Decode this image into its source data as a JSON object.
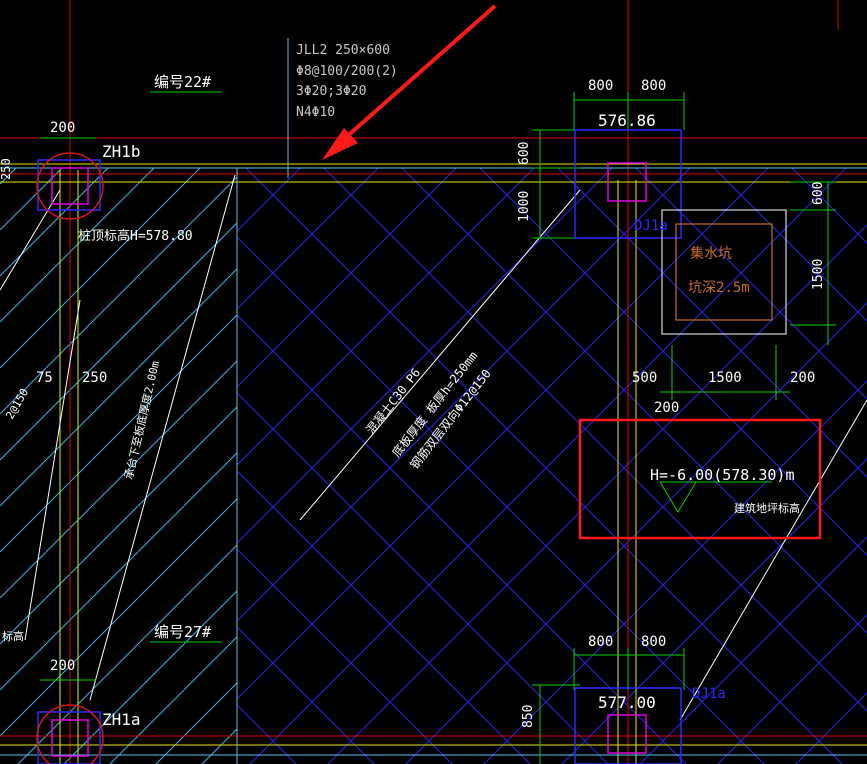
{
  "labels": {
    "beam_note": [
      "JLL2  250×600",
      "Φ8@100/200(2)",
      "3Φ20;3Φ20",
      "N4Φ10"
    ],
    "pile_no_22": "编号22#",
    "pile_no_27": "编号27#",
    "zh1b": "ZH1b",
    "zh1a": "ZH1a",
    "pile_top_elev": "桩顶标高H=578.80",
    "dim_200_top": "200",
    "dim_200_bottom": "200",
    "dim_75": "75",
    "dim_250": "250",
    "dim_800_a": "800",
    "dim_800_b": "800",
    "dim_800_c": "800",
    "dim_800_d": "800",
    "elev_57686": "576.86",
    "elev_57700": "577.00",
    "dim_600_left": "600",
    "dim_1000": "1000",
    "dj1a_top": "DJ1a",
    "dj1a_bottom": "DJ1a",
    "sump_title": "集水坑",
    "sump_depth": "坑深2.5m",
    "dim_600_right": "600",
    "dim_1500_vert": "1500",
    "dim_500": "500",
    "dim_1500_horiz": "1500",
    "dim_200_right": "200",
    "dim_200_under": "200",
    "floor_elev": "H=-6.00(578.30)m",
    "floor_elev_note": "建筑地坪标高",
    "slab_note_1": "混凝土C30 P6",
    "slab_note_2": "底板厚度 板厚h=250mm",
    "slab_note_3": "钢筋双层双向Φ12@150",
    "left_note": "承台下至板底厚度2.00m",
    "left_partial": "2@150",
    "left_partial_bottom": "标高",
    "dim_850": "850",
    "dim_250_left": "250"
  },
  "colors": {
    "background": "#000000",
    "axis_red": "#e00000",
    "beam_yellow": "#e6e600",
    "hatch_blue": "#1e1ec8",
    "dim_green": "#00d200",
    "highlight_red": "#ff0000",
    "cyan": "#4fc3e8",
    "magenta": "#e000e0",
    "white": "#ffffff"
  }
}
